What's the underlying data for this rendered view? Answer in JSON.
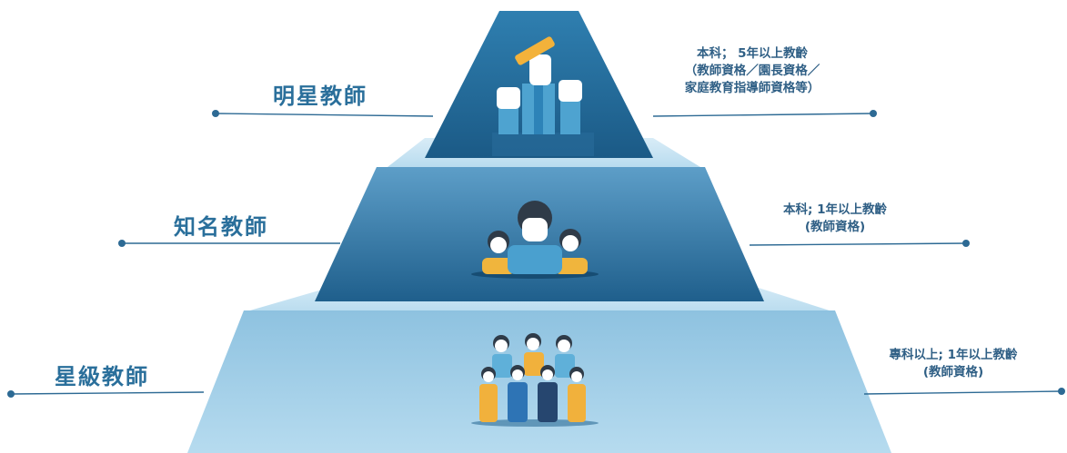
{
  "tiers": [
    {
      "title": "明星教師",
      "requirement_lines": [
        "本科； 5年以上教齡",
        "（教師資格／園長資格／",
        "家庭教育指導師資格等）"
      ],
      "icon": "hands-raised-pencil-icon"
    },
    {
      "title": "知名教師",
      "requirement_lines": [
        "本科; 1年以上教齡",
        "(教師資格)"
      ],
      "icon": "teacher-group-icon"
    },
    {
      "title": "星級教師",
      "requirement_lines": [
        "專科以上; 1年以上教齡",
        "(教師資格)"
      ],
      "icon": "teacher-team-icon"
    }
  ],
  "colors": {
    "label_text": "#2a6f9b",
    "desc_text": "#2f5f85",
    "leader_line": "#2d6a94",
    "tier_dark": "#1d5f8c",
    "tier_light": "#a9d2ea",
    "step_top": "#cfe7f4"
  }
}
